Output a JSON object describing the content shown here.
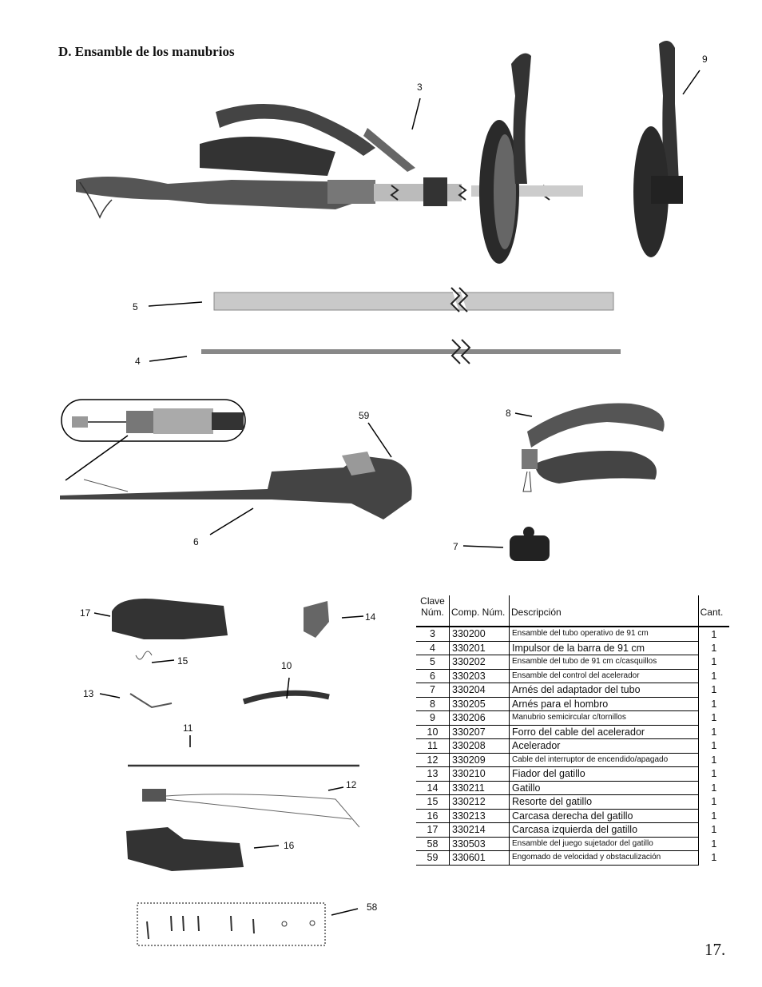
{
  "page": {
    "title": "D. Ensamble de los manubrios",
    "page_number": "17."
  },
  "callouts": {
    "c3": "3",
    "c9": "9",
    "c5": "5",
    "c4": "4",
    "c59": "59",
    "c8": "8",
    "c6": "6",
    "c7": "7",
    "c17": "17",
    "c14": "14",
    "c15": "15",
    "c10": "10",
    "c13": "13",
    "c11": "11",
    "c12": "12",
    "c16": "16",
    "c58": "58"
  },
  "table": {
    "headers": {
      "clave": "Clave Núm.",
      "comp": "Comp. Núm.",
      "desc": "Descripción",
      "cant": "Cant."
    },
    "rows": [
      {
        "clave": "3",
        "comp": "330200",
        "desc": "Ensamble del tubo operativo de 91 cm",
        "cant": "1",
        "small": true
      },
      {
        "clave": "4",
        "comp": "330201",
        "desc": "Impulsor de la barra de 91 cm",
        "cant": "1",
        "small": false
      },
      {
        "clave": "5",
        "comp": "330202",
        "desc": "Ensamble del tubo de 91 cm c/casquillos",
        "cant": "1",
        "small": true
      },
      {
        "clave": "6",
        "comp": "330203",
        "desc": "Ensamble del control del acelerador",
        "cant": "1",
        "small": true
      },
      {
        "clave": "7",
        "comp": "330204",
        "desc": "Arnés del adaptador del tubo",
        "cant": "1",
        "small": false
      },
      {
        "clave": "8",
        "comp": "330205",
        "desc": "Arnés para el hombro",
        "cant": "1",
        "small": false
      },
      {
        "clave": "9",
        "comp": "330206",
        "desc": "Manubrio semicircular c/tornillos",
        "cant": "1",
        "small": true
      },
      {
        "clave": "10",
        "comp": "330207",
        "desc": "Forro del cable del acelerador",
        "cant": "1",
        "small": false
      },
      {
        "clave": "11",
        "comp": "330208",
        "desc": "Acelerador",
        "cant": "1",
        "small": false
      },
      {
        "clave": "12",
        "comp": "330209",
        "desc": "Cable del interruptor de encendido/apagado",
        "cant": "1",
        "small": true
      },
      {
        "clave": "13",
        "comp": "330210",
        "desc": "Fiador del gatillo",
        "cant": "1",
        "small": false
      },
      {
        "clave": "14",
        "comp": "330211",
        "desc": "Gatillo",
        "cant": "1",
        "small": false
      },
      {
        "clave": "15",
        "comp": "330212",
        "desc": "Resorte del gatillo",
        "cant": "1",
        "small": false
      },
      {
        "clave": "16",
        "comp": "330213",
        "desc": "Carcasa derecha del gatillo",
        "cant": "1",
        "small": false
      },
      {
        "clave": "17",
        "comp": "330214",
        "desc": "Carcasa izquierda del gatillo",
        "cant": "1",
        "small": false
      },
      {
        "clave": "58",
        "comp": "330503",
        "desc": "Ensamble del juego sujetador del gatillo",
        "cant": "1",
        "small": true
      },
      {
        "clave": "59",
        "comp": "330601",
        "desc": "Engomado de velocidad y obstaculización",
        "cant": "1",
        "small": true
      }
    ]
  }
}
